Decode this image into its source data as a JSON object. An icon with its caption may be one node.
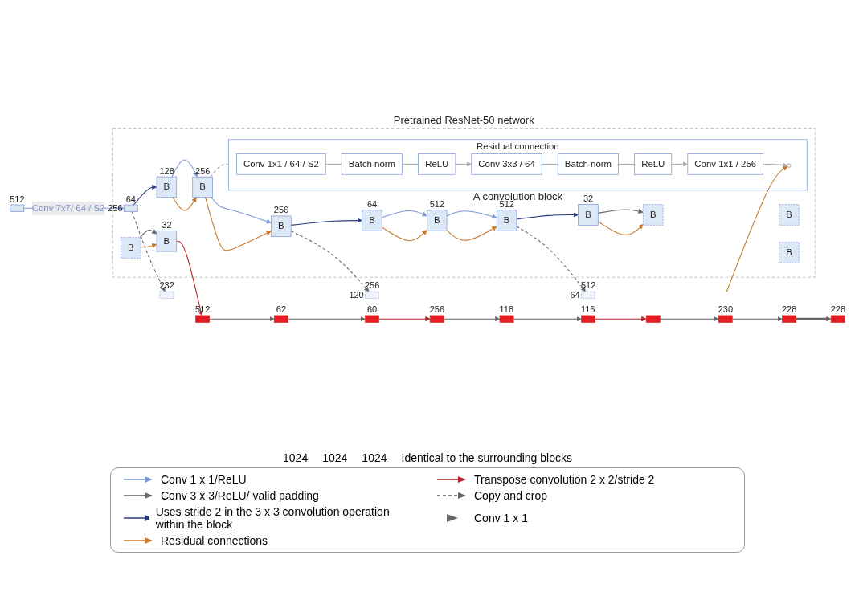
{
  "diagram": {
    "nodes": [
      {
        "text": [
          "Pretrained ResNet-50 network"
        ]
      },
      {
        "text": [],
        "shape": "bar",
        "beside": [
          "512"
        ]
      },
      {
        "text": [],
        "shape": "bar",
        "beside": [
          "64",
          "256"
        ],
        "in": 0
      },
      {
        "text": [
          "B"
        ],
        "beside": [
          "128"
        ],
        "in": 0
      },
      {
        "text": [
          "B"
        ],
        "beside": [
          "256"
        ],
        "in": 0
      },
      {
        "text": [
          "B"
        ],
        "beside": [
          "256"
        ],
        "in": 0
      },
      {
        "text": [
          "B"
        ],
        "beside": [
          "64"
        ],
        "in": 0
      },
      {
        "text": [
          "B"
        ],
        "beside": [
          "512"
        ],
        "in": 0
      },
      {
        "text": [
          "B"
        ],
        "beside": [
          "512"
        ],
        "in": 0
      },
      {
        "text": [
          "B"
        ],
        "beside": [
          "32"
        ],
        "in": 0
      },
      {
        "text": [
          "B"
        ],
        "in": 0
      },
      {
        "text": [
          "B"
        ],
        "in": 0
      },
      {
        "text": [
          "B"
        ],
        "in": 0
      },
      {
        "text": [
          "B"
        ],
        "in": 0
      },
      {
        "text": [
          "B"
        ],
        "beside": [
          "32"
        ],
        "in": 0
      },
      {
        "text": [
          "Residual connection",
          "A convolution block"
        ],
        "in": 0
      },
      {
        "text": [
          "Conv 1x1 / 64 / S2"
        ],
        "in": 15
      },
      {
        "text": [
          "Batch norm"
        ],
        "in": 15
      },
      {
        "text": [
          "ReLU"
        ],
        "in": 15
      },
      {
        "text": [
          "Conv 3x3 / 64"
        ],
        "in": 15
      },
      {
        "text": [
          "Batch norm"
        ],
        "in": 15
      },
      {
        "text": [
          "ReLU"
        ],
        "in": 15
      },
      {
        "text": [
          "Conv 1x1 / 256"
        ],
        "in": 15
      },
      {
        "text": [],
        "shape": "circle",
        "in": 15
      },
      {
        "text": [],
        "shape": "box",
        "beside": [
          "512",
          "64"
        ]
      },
      {
        "text": [],
        "shape": "box",
        "beside": [
          "512"
        ]
      },
      {
        "text": [],
        "shape": "box",
        "beside": [
          "62"
        ]
      },
      {
        "text": [],
        "shape": "box",
        "beside": [
          "60"
        ]
      },
      {
        "text": [],
        "shape": "box",
        "beside": [
          "256",
          "120"
        ]
      },
      {
        "text": [],
        "shape": "box",
        "beside": [
          "256"
        ]
      },
      {
        "text": [],
        "shape": "box",
        "beside": [
          "118"
        ]
      },
      {
        "text": [],
        "shape": "box",
        "beside": [
          "116"
        ]
      },
      {
        "text": [],
        "shape": "box",
        "beside": [
          "232"
        ]
      },
      {
        "text": [],
        "shape": "box"
      },
      {
        "text": [],
        "shape": "box",
        "beside": [
          "230"
        ]
      },
      {
        "text": [],
        "shape": "box",
        "beside": [
          "228"
        ]
      },
      {
        "text": [],
        "shape": "box",
        "beside": [
          "228"
        ]
      }
    ],
    "edges": [
      {
        "from": 1,
        "to": 2,
        "arrow": "to",
        "label": "Conv 7x7/ 64 / S2",
        "color": "#7b96d4"
      },
      {
        "from": 2,
        "to": 3,
        "arrow": "to",
        "color": "#2b3a7a"
      },
      {
        "from": 3,
        "to": 4,
        "arrow": "to",
        "color": "#7b96d4"
      },
      {
        "from": 4,
        "to": 5,
        "arrow": "to",
        "color": "#7b96d4"
      },
      {
        "from": 3,
        "to": 4,
        "arrow": "to",
        "color": "#c8782a"
      },
      {
        "from": 4,
        "to": 5,
        "arrow": "to",
        "color": "#c8782a"
      },
      {
        "from": 5,
        "to": 6,
        "arrow": "to",
        "color": "#2b3a7a"
      },
      {
        "from": 6,
        "to": 7,
        "arrow": "to",
        "color": "#7b96d4"
      },
      {
        "from": 7,
        "to": 8,
        "arrow": "to",
        "color": "#7b96d4"
      },
      {
        "from": 6,
        "to": 7,
        "arrow": "to",
        "color": "#c8782a"
      },
      {
        "from": 7,
        "to": 8,
        "arrow": "to",
        "color": "#c8782a"
      },
      {
        "from": 8,
        "to": 9,
        "arrow": "to",
        "color": "#2b3a7a"
      },
      {
        "from": 9,
        "to": 10,
        "arrow": "to"
      },
      {
        "from": 9,
        "to": 10,
        "arrow": "to",
        "color": "#c8782a"
      },
      {
        "from": 13,
        "to": 14,
        "arrow": "to"
      },
      {
        "from": 13,
        "to": 14,
        "arrow": "to",
        "color": "#c8782a"
      },
      {
        "from": 4,
        "to": 15,
        "arrow": "none",
        "style": "dashed",
        "color": "#aaaaaa"
      },
      {
        "from": 16,
        "to": 17,
        "arrow": "none",
        "color": "#aaaaaa"
      },
      {
        "from": 17,
        "to": 18,
        "arrow": "none",
        "color": "#aaaaaa"
      },
      {
        "from": 18,
        "to": 19,
        "arrow": "to",
        "color": "#aaaaaa"
      },
      {
        "from": 19,
        "to": 20,
        "arrow": "none",
        "color": "#aaaaaa"
      },
      {
        "from": 20,
        "to": 21,
        "arrow": "none",
        "color": "#aaaaaa"
      },
      {
        "from": 21,
        "to": 22,
        "arrow": "to",
        "color": "#aaaaaa"
      },
      {
        "from": 22,
        "to": 23,
        "arrow": "to",
        "color": "#aaaaaa"
      },
      {
        "from": null,
        "to": 23,
        "arrow": "to",
        "color": "#c8782a"
      },
      {
        "from": 2,
        "to": 32,
        "arrow": "to",
        "style": "dashed"
      },
      {
        "from": 5,
        "to": 28,
        "arrow": "to",
        "style": "dashed"
      },
      {
        "from": 8,
        "to": 24,
        "arrow": "to",
        "style": "dashed"
      },
      {
        "from": 14,
        "to": 25,
        "arrow": "to",
        "color": "#b5202a"
      },
      {
        "from": 25,
        "to": 26,
        "arrow": "to"
      },
      {
        "from": 26,
        "to": 27,
        "arrow": "to"
      },
      {
        "from": 27,
        "to": 29,
        "arrow": "to",
        "color": "#b5202a"
      },
      {
        "from": 29,
        "to": 30,
        "arrow": "to"
      },
      {
        "from": 30,
        "to": 31,
        "arrow": "to"
      },
      {
        "from": 31,
        "to": 33,
        "arrow": "to",
        "color": "#b5202a"
      },
      {
        "from": 33,
        "to": 34,
        "arrow": "to"
      },
      {
        "from": 34,
        "to": 35,
        "arrow": "to"
      },
      {
        "from": 35,
        "to": 36,
        "arrow": "to",
        "style": "thick"
      }
    ],
    "labels": [
      "1024",
      "1024",
      "1024",
      "Identical to the surrounding blocks"
    ],
    "legend": [
      {
        "text": "Conv 1 x 1/ReLU"
      },
      {
        "text": "Conv 3 x 3/ReLU/ valid padding"
      },
      {
        "text": "Uses stride 2 in the 3 x 3 convolution operation within the block"
      },
      {
        "text": "Transpose convolution 2 x 2/stride 2"
      },
      {
        "text": "Copy and crop"
      },
      {
        "text": "Conv 1 x 1"
      },
      {
        "text": "Residual connections"
      }
    ]
  }
}
